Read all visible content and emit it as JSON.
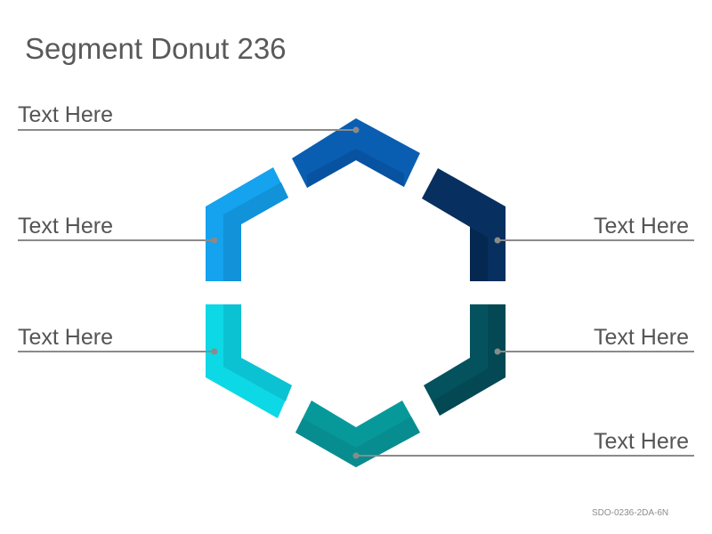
{
  "title": "Segment Donut 236",
  "labels": [
    {
      "id": "top",
      "text": "Text Here",
      "color": "#0a5eb2"
    },
    {
      "id": "upper-left",
      "text": "Text Here",
      "color": "#15a2ee"
    },
    {
      "id": "lower-left",
      "text": "Text Here",
      "color": "#0dd8e6"
    },
    {
      "id": "bottom",
      "text": "Text Here",
      "color": "#07999a"
    },
    {
      "id": "lower-right",
      "text": "Text Here",
      "color": "#04525e"
    },
    {
      "id": "upper-right",
      "text": "Text Here",
      "color": "#062e5c"
    }
  ],
  "code": "SDO-0236-2DA-6N",
  "line_color": "#8a8a8a"
}
